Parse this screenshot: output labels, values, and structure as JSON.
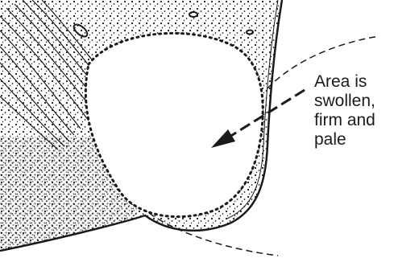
{
  "annotation": {
    "lines": [
      "Area is",
      "swollen,",
      "firm and",
      "pale"
    ]
  },
  "colors": {
    "ink": "#1a1a1a",
    "background": "#ffffff"
  }
}
